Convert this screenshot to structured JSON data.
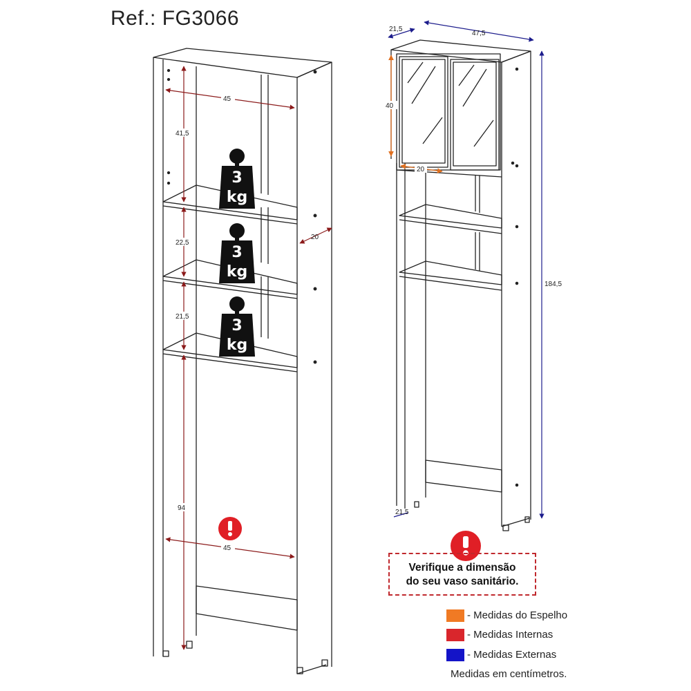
{
  "title": "Ref.: FG3066",
  "colors": {
    "mirror": "#f07a24",
    "internal": "#d9262c",
    "external": "#1414c8",
    "dimension_inner_line": "#8b1a1a",
    "dimension_outer_line": "#1c1c8c",
    "dimension_mirror_line": "#e07020",
    "warning_red": "#e01f26",
    "weight_black": "#111111"
  },
  "left_view": {
    "width_top": "45",
    "width_bottom": "45",
    "depth": "20",
    "heights": [
      "41,5",
      "22,5",
      "21,5",
      "94"
    ],
    "shelf_weights": [
      {
        "number": "3",
        "unit": "kg"
      },
      {
        "number": "3",
        "unit": "kg"
      },
      {
        "number": "3",
        "unit": "kg"
      }
    ],
    "warning_icon": "exclamation-icon"
  },
  "right_view": {
    "depth": "21,5",
    "width": "47,5",
    "mirror_height": "40",
    "mirror_width": "20",
    "total_height": "184,5",
    "leg_depth": "21,5",
    "warning_icon": "exclamation-icon"
  },
  "warning": {
    "line1": "Verifique a dimensão",
    "line2": "do seu vaso sanitário."
  },
  "legend": [
    {
      "label": "- Medidas do Espelho",
      "color": "#f07a24"
    },
    {
      "label": "- Medidas Internas",
      "color": "#d9262c"
    },
    {
      "label": "- Medidas Externas",
      "color": "#1414c8"
    }
  ],
  "units_note": "Medidas em centímetros."
}
